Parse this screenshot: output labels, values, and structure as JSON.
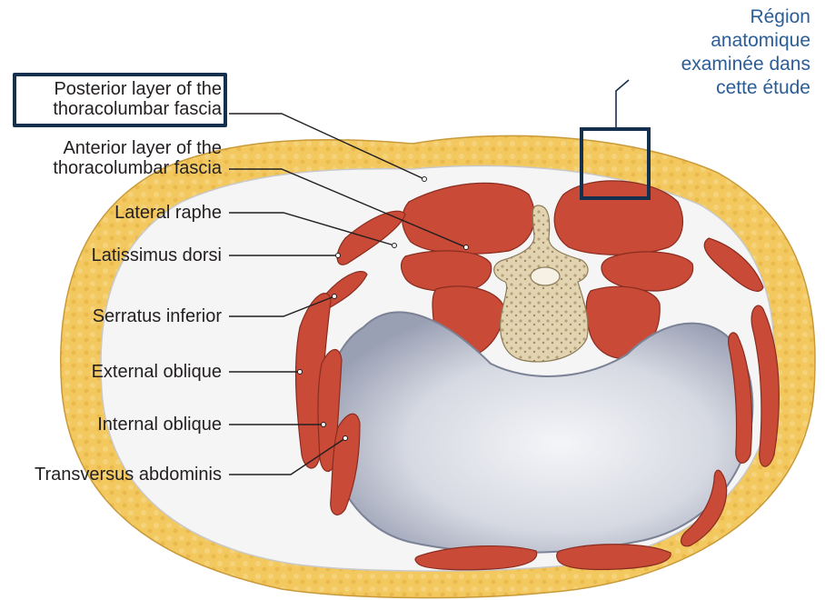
{
  "labels": {
    "posterior_layer": [
      "Posterior layer of the",
      "thoracolumbar fascia"
    ],
    "anterior_layer": [
      "Anterior layer of the",
      "thoracolumbar fascia"
    ],
    "lateral_raphe": "Lateral raphe",
    "latissimus_dorsi": "Latissimus dorsi",
    "serratus_inferior": "Serratus inferior",
    "external_oblique": "External oblique",
    "internal_oblique": "Internal oblique",
    "transversus_abdominis": "Transversus abdominis"
  },
  "region_note": [
    "Région",
    "anatomique",
    "examinée dans",
    "cette étude"
  ],
  "colors": {
    "fat": "#f0c860",
    "muscle": "#c84a37",
    "fascia": "#f4f4f4",
    "bone": "#e6d8b8",
    "cavity": "#c9ccd6",
    "highlight_box": "#15304e",
    "note_text": "#2b5d97",
    "leader_line": "#231f20"
  }
}
